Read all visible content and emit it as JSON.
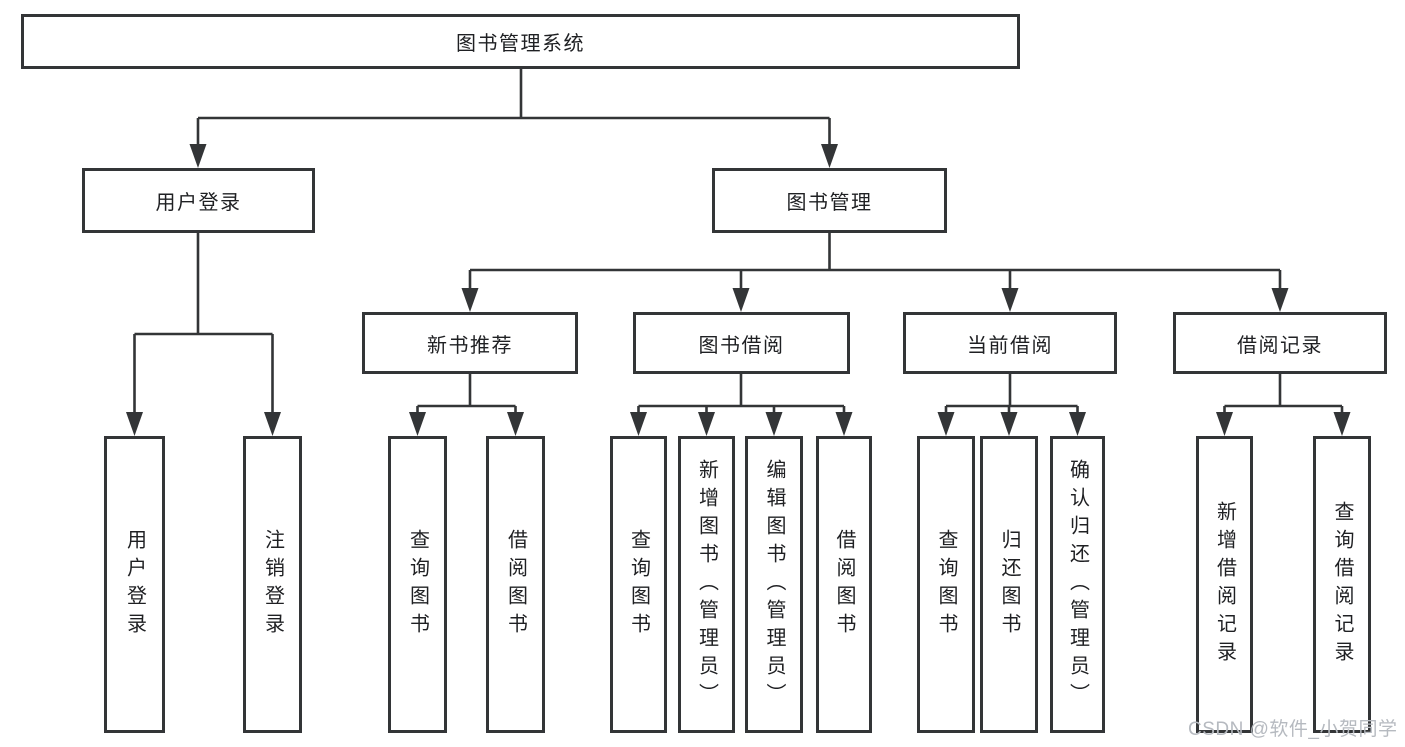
{
  "nodes": {
    "root": "图书管理系统",
    "l2": [
      "用户登录",
      "图书管理"
    ],
    "l3": [
      "新书推荐",
      "图书借阅",
      "当前借阅",
      "借阅记录"
    ],
    "l4": [
      "用户登录",
      "注销登录",
      "查询图书",
      "借阅图书",
      "查询图书",
      "新增图书（管理员）",
      "编辑图书（管理员）",
      "借阅图书",
      "查询图书",
      "归还图书",
      "确认归还（管理员）",
      "新增借阅记录",
      "查询借阅记录"
    ]
  },
  "watermark": "CSDN @软件_小贺同学",
  "colors": {
    "line": "#333537",
    "text": "#1f2023",
    "watermark": "#b6bac0",
    "background": "#ffffff"
  }
}
